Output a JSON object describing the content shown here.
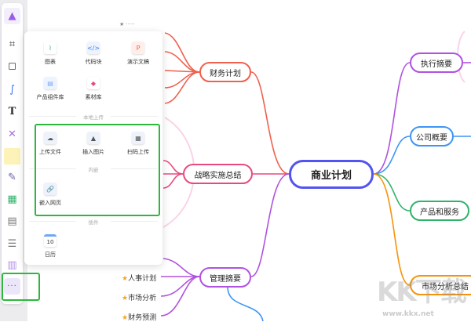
{
  "toolbar": {
    "items": [
      "logo",
      "frame",
      "shape",
      "connector",
      "text",
      "mindmap",
      "sticky",
      "pen",
      "table",
      "doc",
      "list",
      "template",
      "more"
    ],
    "more_label": "···"
  },
  "panel": {
    "items": [
      {
        "label": "图表",
        "icon": "chart-icon"
      },
      {
        "label": "代码块",
        "icon": "code-icon"
      },
      {
        "label": "演示文稿",
        "icon": "presentation-icon"
      },
      {
        "label": "产品组件库",
        "icon": "component-library-icon"
      },
      {
        "label": "素材库",
        "icon": "asset-library-icon"
      }
    ],
    "local_upload_title": "本地上传",
    "upload_items": [
      {
        "label": "上传文件",
        "icon": "upload-cloud-icon"
      },
      {
        "label": "插入图片",
        "icon": "image-icon"
      },
      {
        "label": "扫码上传",
        "icon": "qr-icon"
      }
    ],
    "embed_title": "内嵌",
    "embed_items": [
      {
        "label": "嵌入网页",
        "icon": "link-icon"
      }
    ],
    "plugin_title": "插件",
    "plugin_items": [
      {
        "label": "日历",
        "icon": "calendar-icon",
        "day": "10"
      }
    ]
  },
  "mindmap": {
    "center": "商业计划",
    "left": [
      "财务计划",
      "战略实施总结",
      "管理摘要"
    ],
    "right": [
      "执行摘要",
      "公司概要",
      "产品和服务",
      "市场分析总结"
    ],
    "stars": [
      "人事计划",
      "市场分析",
      "财务预测"
    ],
    "colors": {
      "center": "#5353f0",
      "red": "#f0604d",
      "pink": "#e84a7f",
      "purple": "#b052e0",
      "blue": "#3d95f5",
      "green": "#2fb36a",
      "orange": "#f5930a"
    }
  },
  "watermark": {
    "logo": "KK下载",
    "url": "www.kkx.net"
  }
}
